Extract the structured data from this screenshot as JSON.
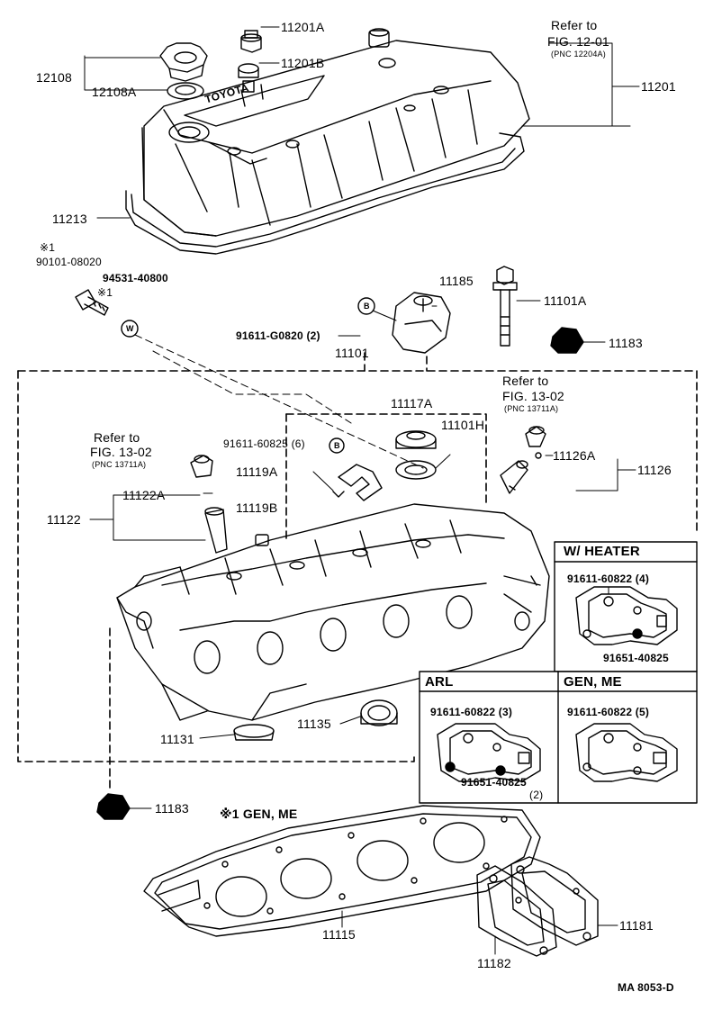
{
  "diagram": {
    "labels": {
      "p11201A": "11201A",
      "p11201B": "11201B",
      "p12108": "12108",
      "p12108A": "12108A",
      "refer1": "Refer to",
      "fig1201": "FIG. 12-01",
      "pnc12204A": "(PNC 12204A)",
      "p11201": "11201",
      "p11213": "11213",
      "mark1": "※1",
      "p90101": "90101-08020",
      "p94531": "94531-40800",
      "mark1b": "※1",
      "p91611g": "91611-G0820 (2)",
      "p11185": "11185",
      "p11101A": "11101A",
      "p11183a": "11183",
      "p11101": "11101",
      "refer2": "Refer to",
      "fig1302a": "FIG. 13-02",
      "pnc13711Aa": "(PNC 13711A)",
      "p11117A": "11117A",
      "p11101H": "11101H",
      "refer3": "Refer to",
      "fig1302b": "FIG. 13-02",
      "pnc13711Ab": "(PNC 13711A)",
      "p91611_6": "91611-60825 (6)",
      "p11119A": "11119A",
      "p11126A": "11126A",
      "p11126": "11126",
      "p11122A": "11122A",
      "p11122": "11122",
      "p11119B": "11119B",
      "wheater": "W/ HEATER",
      "wh_bolt": "91611-60822 (4)",
      "wh_stud": "91651-40825",
      "arl": "ARL",
      "arl_bolt": "91611-60822 (3)",
      "arl_stud": "91651-40825",
      "arl_qty": "(2)",
      "genme": "GEN, ME",
      "gm_bolt": "91611-60822 (5)",
      "p11135": "11135",
      "p11131": "11131",
      "p11183b": "11183",
      "genme_note": "※1 GEN, ME",
      "p11115": "11115",
      "p11181": "11181",
      "p11182": "11182",
      "code": "MA  8053-D",
      "brand": "TOYOTA",
      "circB1": "B",
      "circB2": "B",
      "circW": "W"
    }
  }
}
